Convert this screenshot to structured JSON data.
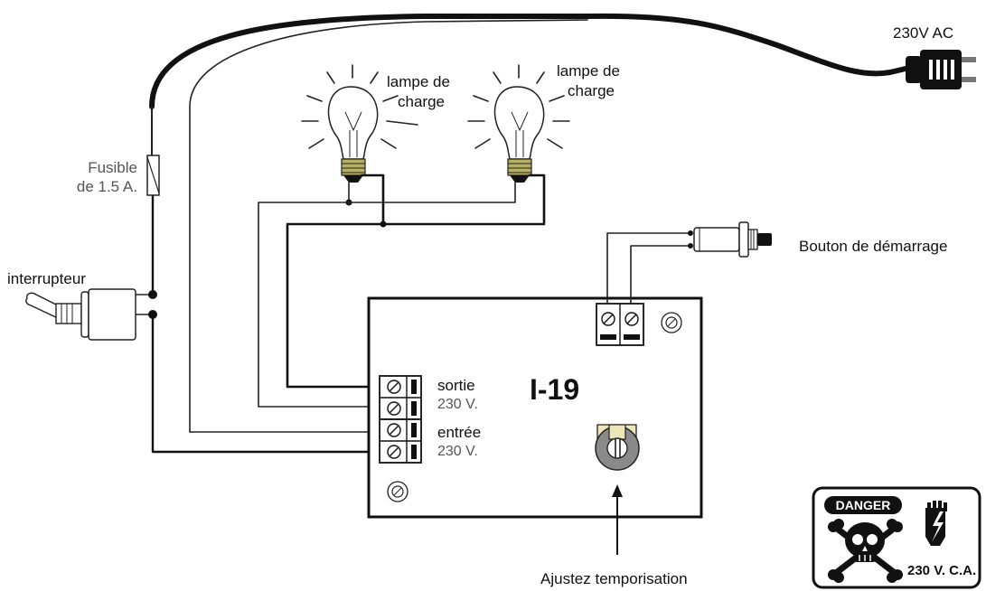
{
  "labels": {
    "mains": "230V AC",
    "lamp1_line1": "lampe de",
    "lamp1_line2": "charge",
    "lamp2_line1": "lampe de",
    "lamp2_line2": "charge",
    "fuse_line1": "Fusible",
    "fuse_line2": "de 1.5 A.",
    "switch": "interrupteur",
    "start_button": "Bouton de démarrage",
    "module_name": "I-19",
    "output_label": "sortie",
    "output_voltage": "230 V.",
    "input_label": "entrée",
    "input_voltage": "230 V.",
    "adjust": "Ajustez temporisation"
  },
  "danger_sign": {
    "badge": "DANGER",
    "voltage": "230 V. C.A."
  },
  "colors": {
    "wire": "#111111",
    "thin_wire": "#333333",
    "lamp_base": "#b8b060",
    "potentiometer": "#8a8a8a",
    "pot_tab": "#ece6b8"
  }
}
